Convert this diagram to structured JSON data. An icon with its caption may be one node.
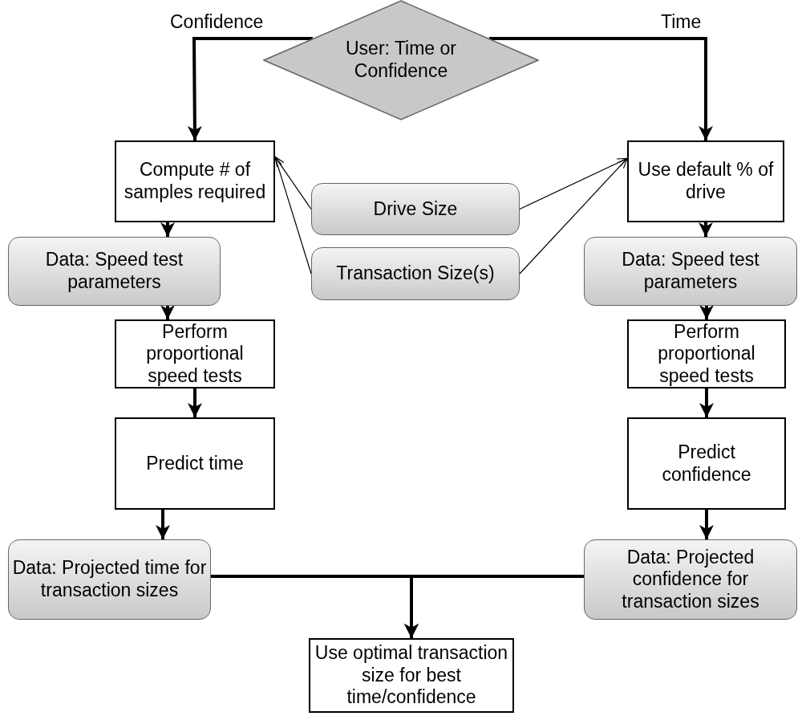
{
  "diagram": {
    "nodes": [
      {
        "text": [
          "User: Time or Confidence"
        ]
      },
      {
        "text": [
          "Compute # of samples required"
        ]
      },
      {
        "text": [
          "Use default % of drive"
        ]
      },
      {
        "text": [
          "Drive Size"
        ]
      },
      {
        "text": [
          "Transaction Size(s)"
        ]
      },
      {
        "text": [
          "Data: Speed test parameters"
        ]
      },
      {
        "text": [
          "Data: Speed test parameters"
        ]
      },
      {
        "text": [
          "Perform proportional speed tests"
        ]
      },
      {
        "text": [
          "Perform proportional speed tests"
        ]
      },
      {
        "text": [
          "Predict time"
        ]
      },
      {
        "text": [
          "Predict confidence"
        ]
      },
      {
        "text": [
          "Data: Projected time for transaction sizes"
        ]
      },
      {
        "text": [
          "Data: Projected confidence for transaction sizes"
        ]
      },
      {
        "text": [
          "Use optimal transaction size for best time/confidence"
        ]
      }
    ],
    "edges": [
      {
        "from": 0,
        "to": 1,
        "arrow": "to",
        "label": "Confidence"
      },
      {
        "from": 0,
        "to": 2,
        "arrow": "to",
        "label": "Time"
      },
      {
        "from": 3,
        "to": 1,
        "arrow": "to"
      },
      {
        "from": 4,
        "to": 1,
        "arrow": "to"
      },
      {
        "from": 3,
        "to": 2,
        "arrow": "to"
      },
      {
        "from": 4,
        "to": 2,
        "arrow": "to"
      },
      {
        "from": 1,
        "to": 5,
        "arrow": "to"
      },
      {
        "from": 5,
        "to": 7,
        "arrow": "to"
      },
      {
        "from": 7,
        "to": 9,
        "arrow": "to"
      },
      {
        "from": 9,
        "to": 11,
        "arrow": "to"
      },
      {
        "from": 2,
        "to": 6,
        "arrow": "to"
      },
      {
        "from": 6,
        "to": 8,
        "arrow": "to"
      },
      {
        "from": 8,
        "to": 10,
        "arrow": "to"
      },
      {
        "from": 10,
        "to": 12,
        "arrow": "to"
      },
      {
        "from": 11,
        "to": 13,
        "arrow": "to"
      },
      {
        "from": 12,
        "to": 13,
        "arrow": "to"
      }
    ]
  }
}
